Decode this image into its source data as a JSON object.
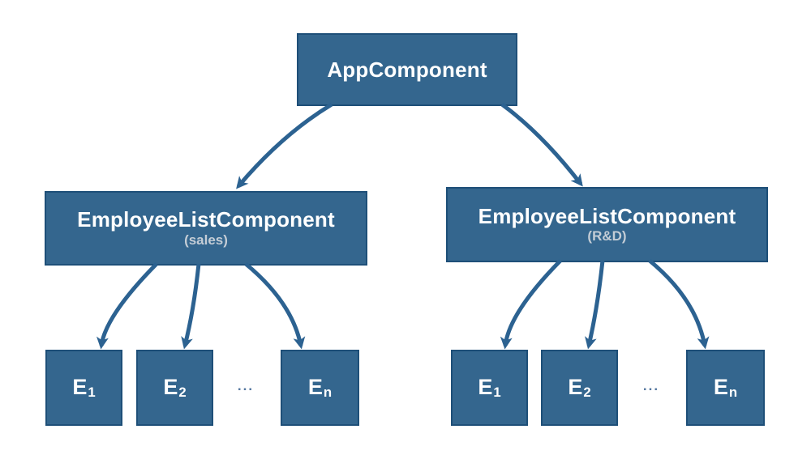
{
  "diagram": {
    "type": "component-tree",
    "colors": {
      "box_fill": "#34668e",
      "box_border": "#1e4f78",
      "arrow": "#2c6291",
      "title_text": "#ffffff",
      "subtitle_text": "#c4cdd6",
      "ellipsis_text": "#5577a0",
      "background": "#ffffff"
    },
    "root": {
      "label": "AppComponent"
    },
    "branches": [
      {
        "label": "EmployeeListComponent",
        "subtitle": "(sales)",
        "ellipsis": "...",
        "leaves": [
          {
            "base": "E",
            "sub": "1"
          },
          {
            "base": "E",
            "sub": "2"
          },
          {
            "base": "E",
            "sub": "n"
          }
        ]
      },
      {
        "label": "EmployeeListComponent",
        "subtitle": "(R&D)",
        "ellipsis": "...",
        "leaves": [
          {
            "base": "E",
            "sub": "1"
          },
          {
            "base": "E",
            "sub": "2"
          },
          {
            "base": "E",
            "sub": "n"
          }
        ]
      }
    ]
  }
}
